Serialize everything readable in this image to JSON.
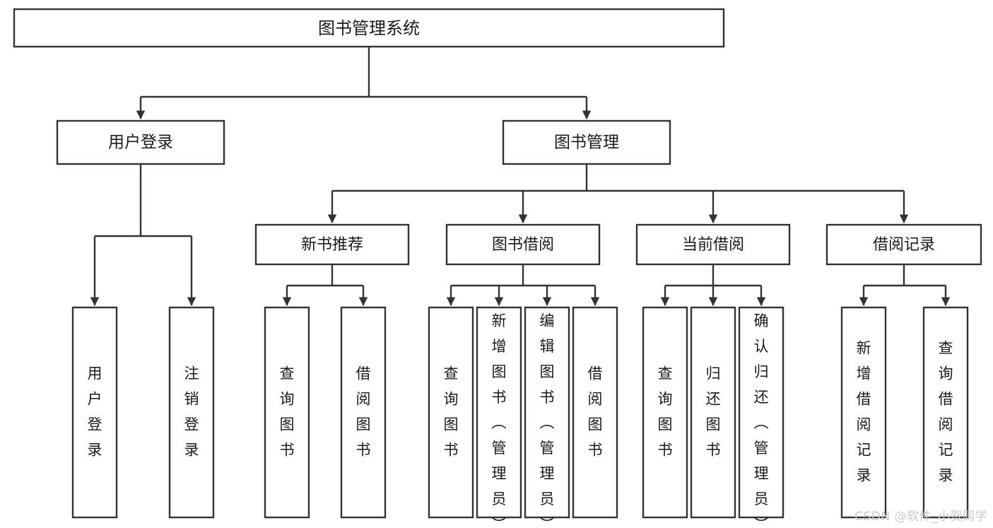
{
  "diagram": {
    "type": "tree-hierarchy-chart",
    "title": "图书管理系统",
    "watermark": "CSDN @软件_小贺同学",
    "colors": {
      "background": "#ffffff",
      "stroke": "#333333",
      "box_fill": "#ffffff",
      "text": "#1a1a1a",
      "watermark": "#c9c9c9"
    },
    "levels": {
      "level1": {
        "label": "图书管理系统"
      },
      "level2": [
        {
          "id": "user-login",
          "label": "用户登录"
        },
        {
          "id": "book-manage",
          "label": "图书管理"
        }
      ],
      "level3": [
        {
          "id": "new-book-recommend",
          "label": "新书推荐",
          "parent": "book-manage"
        },
        {
          "id": "book-borrow",
          "label": "图书借阅",
          "parent": "book-manage"
        },
        {
          "id": "current-borrow",
          "label": "当前借阅",
          "parent": "book-manage"
        },
        {
          "id": "borrow-record",
          "label": "借阅记录",
          "parent": "book-manage"
        }
      ],
      "leaves": [
        {
          "id": "leaf-user-login",
          "label": "用户登录",
          "parent": "user-login"
        },
        {
          "id": "leaf-logout-login",
          "label": "注销登录",
          "parent": "user-login"
        },
        {
          "id": "leaf-query-book-1",
          "label": "查询图书",
          "parent": "new-book-recommend"
        },
        {
          "id": "leaf-borrow-book-1",
          "label": "借阅图书",
          "parent": "new-book-recommend"
        },
        {
          "id": "leaf-query-book-2",
          "label": "查询图书",
          "parent": "book-borrow"
        },
        {
          "id": "leaf-add-book",
          "label": "新增图书（管理员）",
          "parent": "book-borrow"
        },
        {
          "id": "leaf-edit-book",
          "label": "编辑图书（管理员）",
          "parent": "book-borrow"
        },
        {
          "id": "leaf-borrow-book-2",
          "label": "借阅图书",
          "parent": "book-borrow"
        },
        {
          "id": "leaf-query-book-3",
          "label": "查询图书",
          "parent": "current-borrow"
        },
        {
          "id": "leaf-return-book",
          "label": "归还图书",
          "parent": "current-borrow"
        },
        {
          "id": "leaf-confirm-return",
          "label": "确认归还（管理员）",
          "parent": "current-borrow"
        },
        {
          "id": "leaf-add-record",
          "label": "新增借阅记录",
          "parent": "borrow-record"
        },
        {
          "id": "leaf-query-record",
          "label": "查询借阅记录",
          "parent": "borrow-record"
        }
      ]
    }
  }
}
